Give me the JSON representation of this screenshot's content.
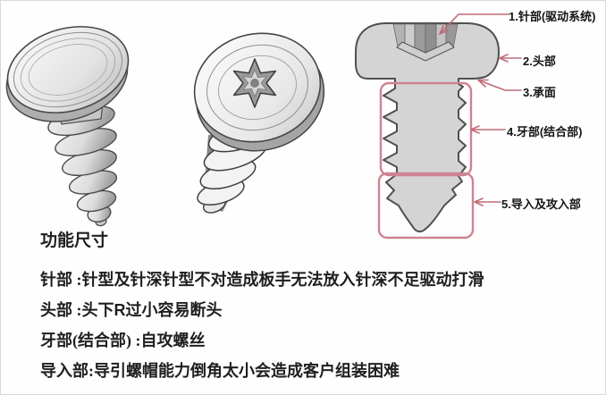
{
  "page": {
    "background": "#ffffff",
    "border_color": "#d9d9d9"
  },
  "colors": {
    "accent_red": "#bf6b77",
    "box_red": "#cf8391",
    "screw_fill": "#d4d4d4",
    "screw_outline": "#4f4f4f",
    "text": "#1f1f1f"
  },
  "diagram": {
    "callouts": [
      {
        "num": "1.",
        "text": "针部(驱动系统)"
      },
      {
        "num": "2.",
        "text": "头部"
      },
      {
        "num": "3.",
        "text": "承面"
      },
      {
        "num": "4.",
        "text": "牙部(结合部)"
      },
      {
        "num": "5.",
        "text": "导入及攻入部"
      }
    ]
  },
  "notes": {
    "title": "功能尺寸",
    "lines": [
      {
        "pre": "针部 :针型及针深针型不对造成板手无法放入针深不足驱动打滑",
        "bold": "",
        "post": ""
      },
      {
        "pre": "头部 :头下",
        "bold": "R",
        "post": "过小容易断头"
      },
      {
        "pre": "牙部(结合部) :自攻螺丝",
        "bold": "",
        "post": ""
      },
      {
        "pre": "导入部:导引螺帽能力倒角太小会造成客户组装困难",
        "bold": "",
        "post": ""
      }
    ]
  }
}
